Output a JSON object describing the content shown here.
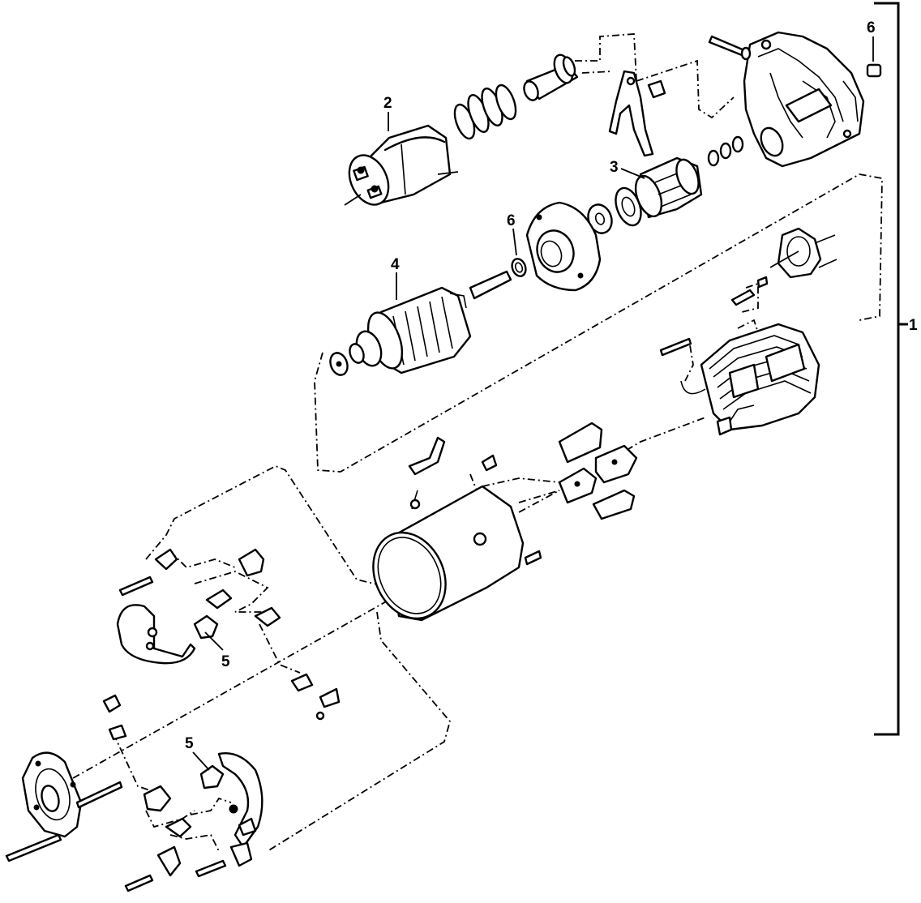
{
  "diagram": {
    "callouts": {
      "c1": "1",
      "c2": "2",
      "c3": "3",
      "c4": "4",
      "c5a": "5",
      "c5b": "5",
      "c6a": "6",
      "c6b": "6"
    },
    "parts": [
      "solenoid",
      "plunger-spring",
      "plunger",
      "shift-lever",
      "drive-housing",
      "bushing",
      "drive-pinion",
      "center-plate",
      "bushing",
      "armature",
      "field-frame",
      "field-coils",
      "pole-shoes",
      "commutator-end-frame",
      "brush-holder",
      "brush"
    ],
    "colors": {
      "ink": "#000000",
      "paper": "#ffffff"
    }
  }
}
